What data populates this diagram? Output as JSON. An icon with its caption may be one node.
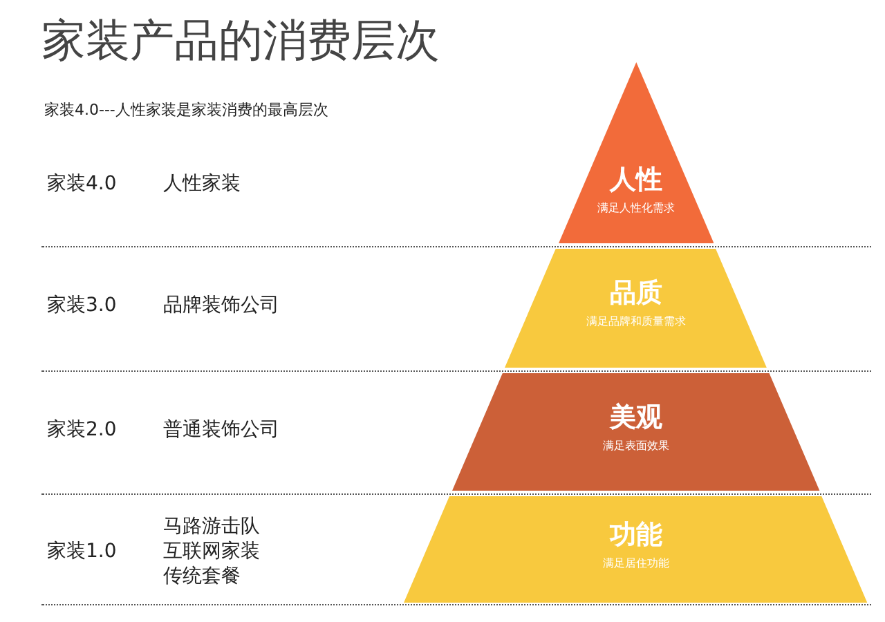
{
  "diagram": {
    "title": "家装产品的消费层次",
    "nodes": [
      {
        "text": [
          "人性",
          "满足人性化需求"
        ]
      },
      {
        "text": [
          "品质",
          "满足品牌和质量需求"
        ]
      },
      {
        "text": [
          "美观",
          "满足表面效果"
        ]
      },
      {
        "text": [
          "功能",
          "满足居住功能"
        ]
      }
    ],
    "labels": [
      "家装4.0---人性家装是家装消费的最高层次",
      "家装4.0",
      "人性家装",
      "家装3.0",
      "品牌装饰公司",
      "家装2.0",
      "普通装饰公司",
      "家装1.0",
      "马路游击队",
      "互联网家装",
      "传统套餐"
    ]
  }
}
